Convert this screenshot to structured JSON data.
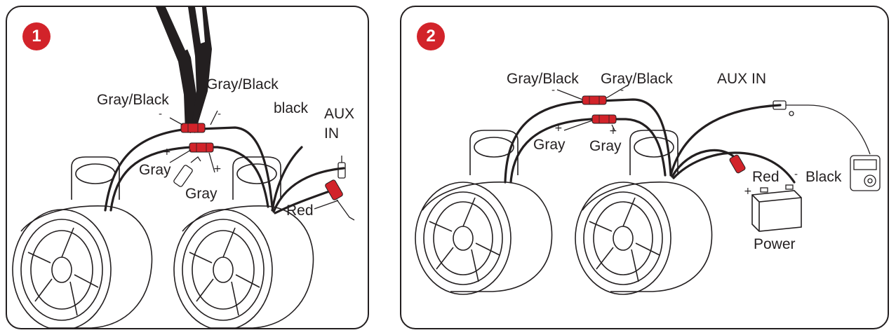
{
  "colors": {
    "accent_red": "#d2232a",
    "ink": "#231f20",
    "background": "#ffffff"
  },
  "step1": {
    "badge": "1",
    "labels": {
      "gray_black_left": "Gray/Black",
      "gray_black_right": "Gray/Black",
      "minus_left": "-",
      "minus_right": "-",
      "plus_left": "+",
      "plus_right": "+",
      "gray_left": "Gray",
      "gray_right": "Gray",
      "black": "black",
      "aux_line1": "AUX",
      "aux_line2": "IN",
      "red": "Red"
    }
  },
  "step2": {
    "badge": "2",
    "labels": {
      "gray_black_left": "Gray/Black",
      "gray_black_right": "Gray/Black",
      "minus_left": "-",
      "minus_right": "-",
      "plus_left": "+",
      "plus_right": "+",
      "gray_left": "Gray",
      "gray_right": "Gray",
      "aux_in": "AUX IN",
      "red": "Red",
      "black": "Black",
      "plus_battery": "+",
      "minus_battery": "-",
      "power": "Power"
    }
  }
}
